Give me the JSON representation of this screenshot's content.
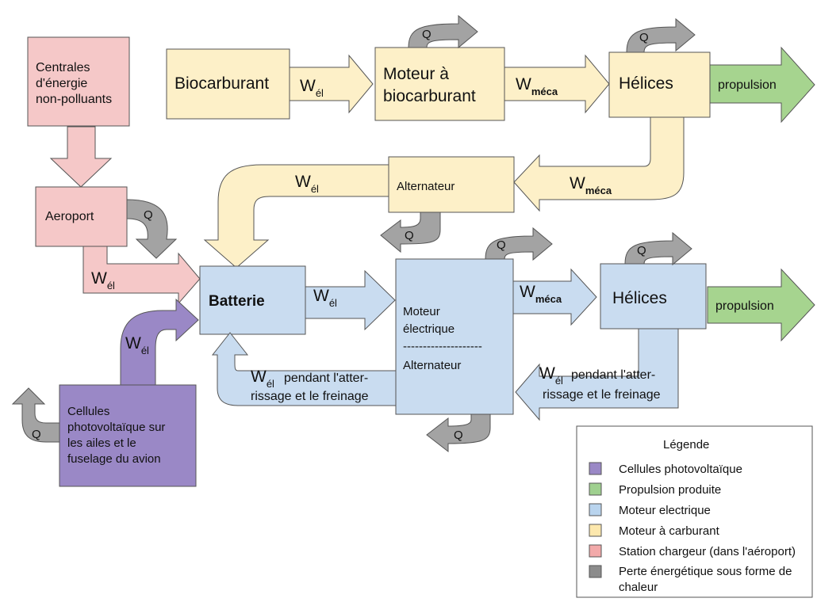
{
  "nodes": {
    "centrales": [
      "Centrales",
      "d'énergie",
      "non-polluants"
    ],
    "aeroport": "Aeroport",
    "biocarburant": "Biocarburant",
    "moteur_bio": [
      "Moteur à",
      "biocarburant"
    ],
    "helices_top": "Hélices",
    "propulsion_top": "propulsion",
    "alternateur": "Alternateur",
    "batterie": "Batterie",
    "moteur_elec": [
      "Moteur",
      "électrique",
      "--------------------",
      "Alternateur"
    ],
    "helices_bottom": "Hélices",
    "propulsion_bottom": "propulsion",
    "cellules": [
      "Cellules",
      "photovoltaïque sur",
      "les ailes et le",
      "fuselage du avion"
    ]
  },
  "labels": {
    "q": "Q",
    "w": "W",
    "el": "él",
    "meca": "méca",
    "pendant_line1": "pendant  l'atter-",
    "pendant_line2": "rissage et le freinage"
  },
  "legend": {
    "title": "Légende",
    "items": [
      {
        "label": "Cellules photovoltaïque",
        "color": "#9a88c6"
      },
      {
        "label": "Propulsion produite",
        "color": "#9fd08f"
      },
      {
        "label": "Moteur electrique",
        "color": "#b9d4ee"
      },
      {
        "label": "Moteur à carburant",
        "color": "#fde8ad"
      },
      {
        "label": "Station chargeur (dans l'aéroport)",
        "color": "#f2a9a9"
      },
      {
        "label": "Perte énergétique sous forme de",
        "label2": "chaleur",
        "color": "#8c8c8c"
      }
    ]
  },
  "colors": {
    "pink": "#f5c8c8",
    "yellow": "#fdf0c8",
    "blue": "#c9dcf0",
    "green": "#a6d48f",
    "purple": "#9a88c6",
    "gray": "#a3a3a3"
  }
}
